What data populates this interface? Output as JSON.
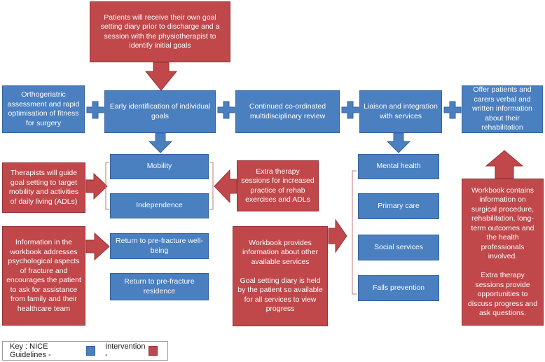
{
  "colors": {
    "nice": "#4a7fc0",
    "intervention": "#c0474a"
  },
  "top_intervention": "Patients will receive their own goal setting diary prior to discharge and a session with the physiotherapist to identify initial goals",
  "nice_row": [
    "Orthogeriatric assessment and rapid optimisation of fitness for surgery",
    "Early identification of individual goals",
    "Continued co-ordinated multidisciplinary review",
    "Liaison and integration with services",
    "Offer patients and carers  verbal and written information about their rehabilitation"
  ],
  "goals": {
    "mobility": "Mobility",
    "independence": "Independence",
    "return_wellbeing": "Return to pre-fracture well-being",
    "return_residence": "Return to pre-fracture residence"
  },
  "services": [
    "Mental health",
    "Primary care",
    "Social services",
    "Falls prevention"
  ],
  "interventions": {
    "therapists": "Therapists will guide goal setting to target mobility and activities of daily living (ADLs)",
    "extra_therapy": "Extra therapy sessions for increased practice of rehab exercises and ADLs",
    "workbook_psych": "Information in the workbook addresses psychological aspects of fracture and encourages the patient to ask for assistance from family and their healthcare team",
    "workbook_services": "Workbook provides information about other available services\n\nGoal setting diary is held by the patient so available for all services to view progress",
    "workbook_contains": "Workbook contains information on surgical procedure, rehabilitation, long-term outcomes and the health professionals involved.\n\nExtra therapy sessions provide opportunities to discuss progress and ask questions."
  },
  "key": {
    "prefix": "Key : NICE Guidelines -",
    "intervention": "Intervention -"
  }
}
